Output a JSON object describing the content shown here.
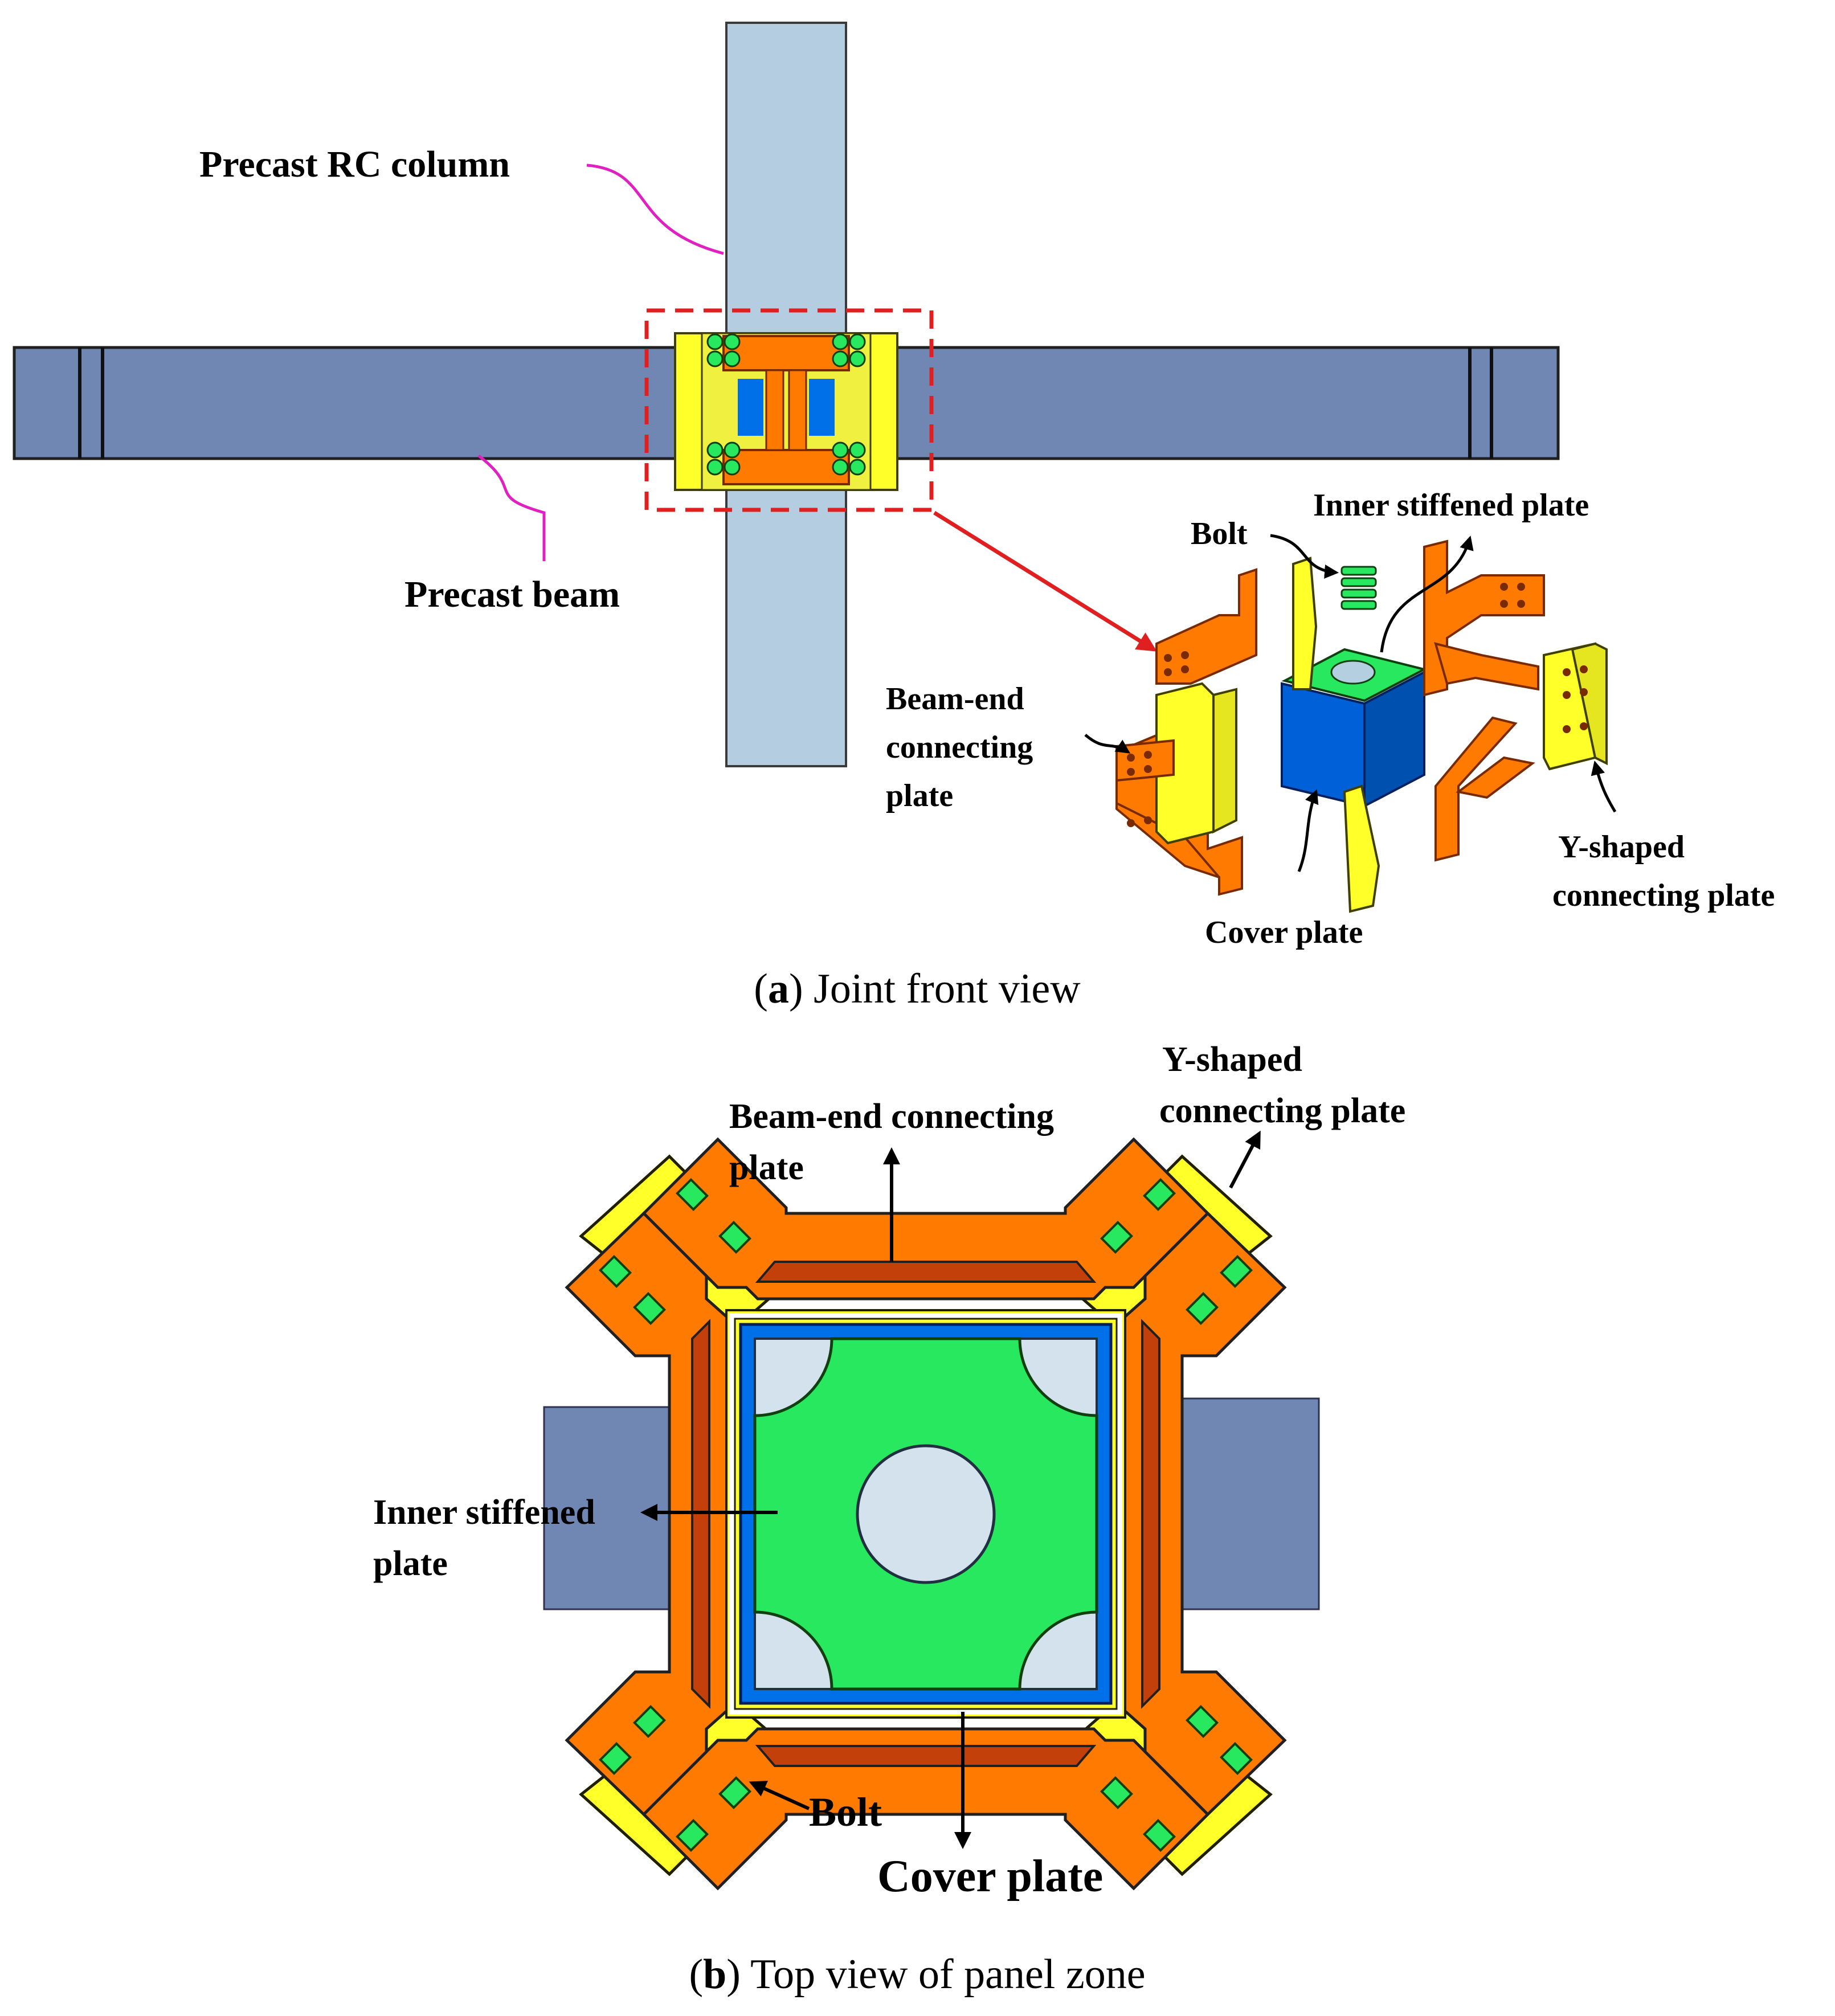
{
  "panel_a": {
    "caption_letter": "a",
    "caption_text": "Joint front view",
    "labels": {
      "precast_rc_column": "Precast RC column",
      "precast_beam": "Precast beam",
      "bolt": "Bolt",
      "inner_stiffened_plate": "Inner stiffened plate",
      "beam_end_connecting_plate": [
        "Beam-end",
        "connecting",
        "plate"
      ],
      "cover_plate": "Cover plate",
      "y_shaped_connecting_plate": [
        "Y-shaped",
        "connecting plate"
      ]
    }
  },
  "panel_b": {
    "caption_letter": "b",
    "caption_text": "Top view of panel zone",
    "labels": {
      "y_shaped_connecting_plate": [
        "Y-shaped",
        "connecting plate"
      ],
      "beam_end_connecting_plate": [
        "Beam-end connecting",
        "plate"
      ],
      "inner_stiffened_plate": [
        "Inner stiffened",
        "plate"
      ],
      "bolt": "Bolt",
      "cover_plate": "Cover plate"
    }
  },
  "colors": {
    "column": "#b4cde0",
    "beam": "#7087b4",
    "orange_plate": "#ff7a00",
    "orange_dark": "#c4400a",
    "yellow_plate": "#ffff2a",
    "blue_tube": "#0070e8",
    "green_stiffener": "#28e860",
    "light_void": "#d4e2ee",
    "callout_red": "#e02020",
    "leader_magenta": "#e020c0"
  }
}
